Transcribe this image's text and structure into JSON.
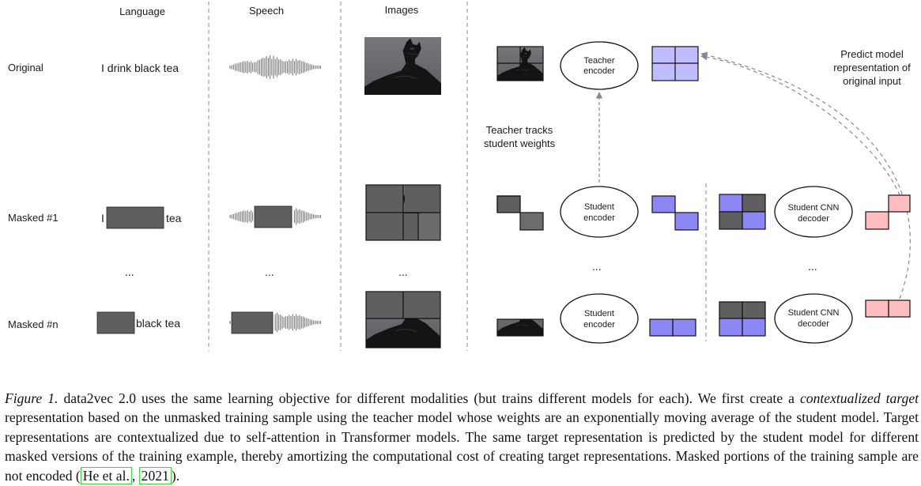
{
  "columns": {
    "language": "Language",
    "speech": "Speech",
    "images": "Images"
  },
  "rows": {
    "original": "Original",
    "masked1": "Masked #1",
    "maskedn": "Masked #n"
  },
  "language": {
    "original": "I drink black tea",
    "masked1_prefix": "I",
    "masked1_suffix": "tea",
    "maskedn_suffix": "black tea"
  },
  "ellipsis": "...",
  "teacher_encoder": [
    "Teacher",
    "encoder"
  ],
  "student_encoder": [
    "Student",
    "encoder"
  ],
  "student_decoder": [
    "Student CNN",
    "decoder"
  ],
  "teacher_tracks": [
    "Teacher tracks",
    "student weights"
  ],
  "predict_note": [
    "Predict model",
    "representation of",
    "original input"
  ],
  "colors": {
    "mask_gray": "#5f5f61",
    "target_light": "#c0bdfd",
    "student_purple": "#8b87f7",
    "decoder_pink": "#ffbdc0",
    "image_bg": "#6c6c6f",
    "dashed": "#8a8a8a"
  },
  "caption": {
    "label": "Figure 1.",
    "part1": " data2vec 2.0 uses the same learning objective for different modalities (but trains different models for each). We first create a ",
    "emphasis": "contextualized target",
    "part2": " representation based on the unmasked training sample using the teacher model whose weights are an exponentially moving average of the student model. Target representations are contextualized due to self-attention in Transformer models. The same target representation is predicted by the student model for different masked versions of the training example, thereby amortizing the computational cost of creating target representations. Masked portions of the training sample are not encoded (",
    "cite_author": "He et al.",
    "cite_sep": ", ",
    "cite_year": "2021",
    "part3": ")."
  }
}
